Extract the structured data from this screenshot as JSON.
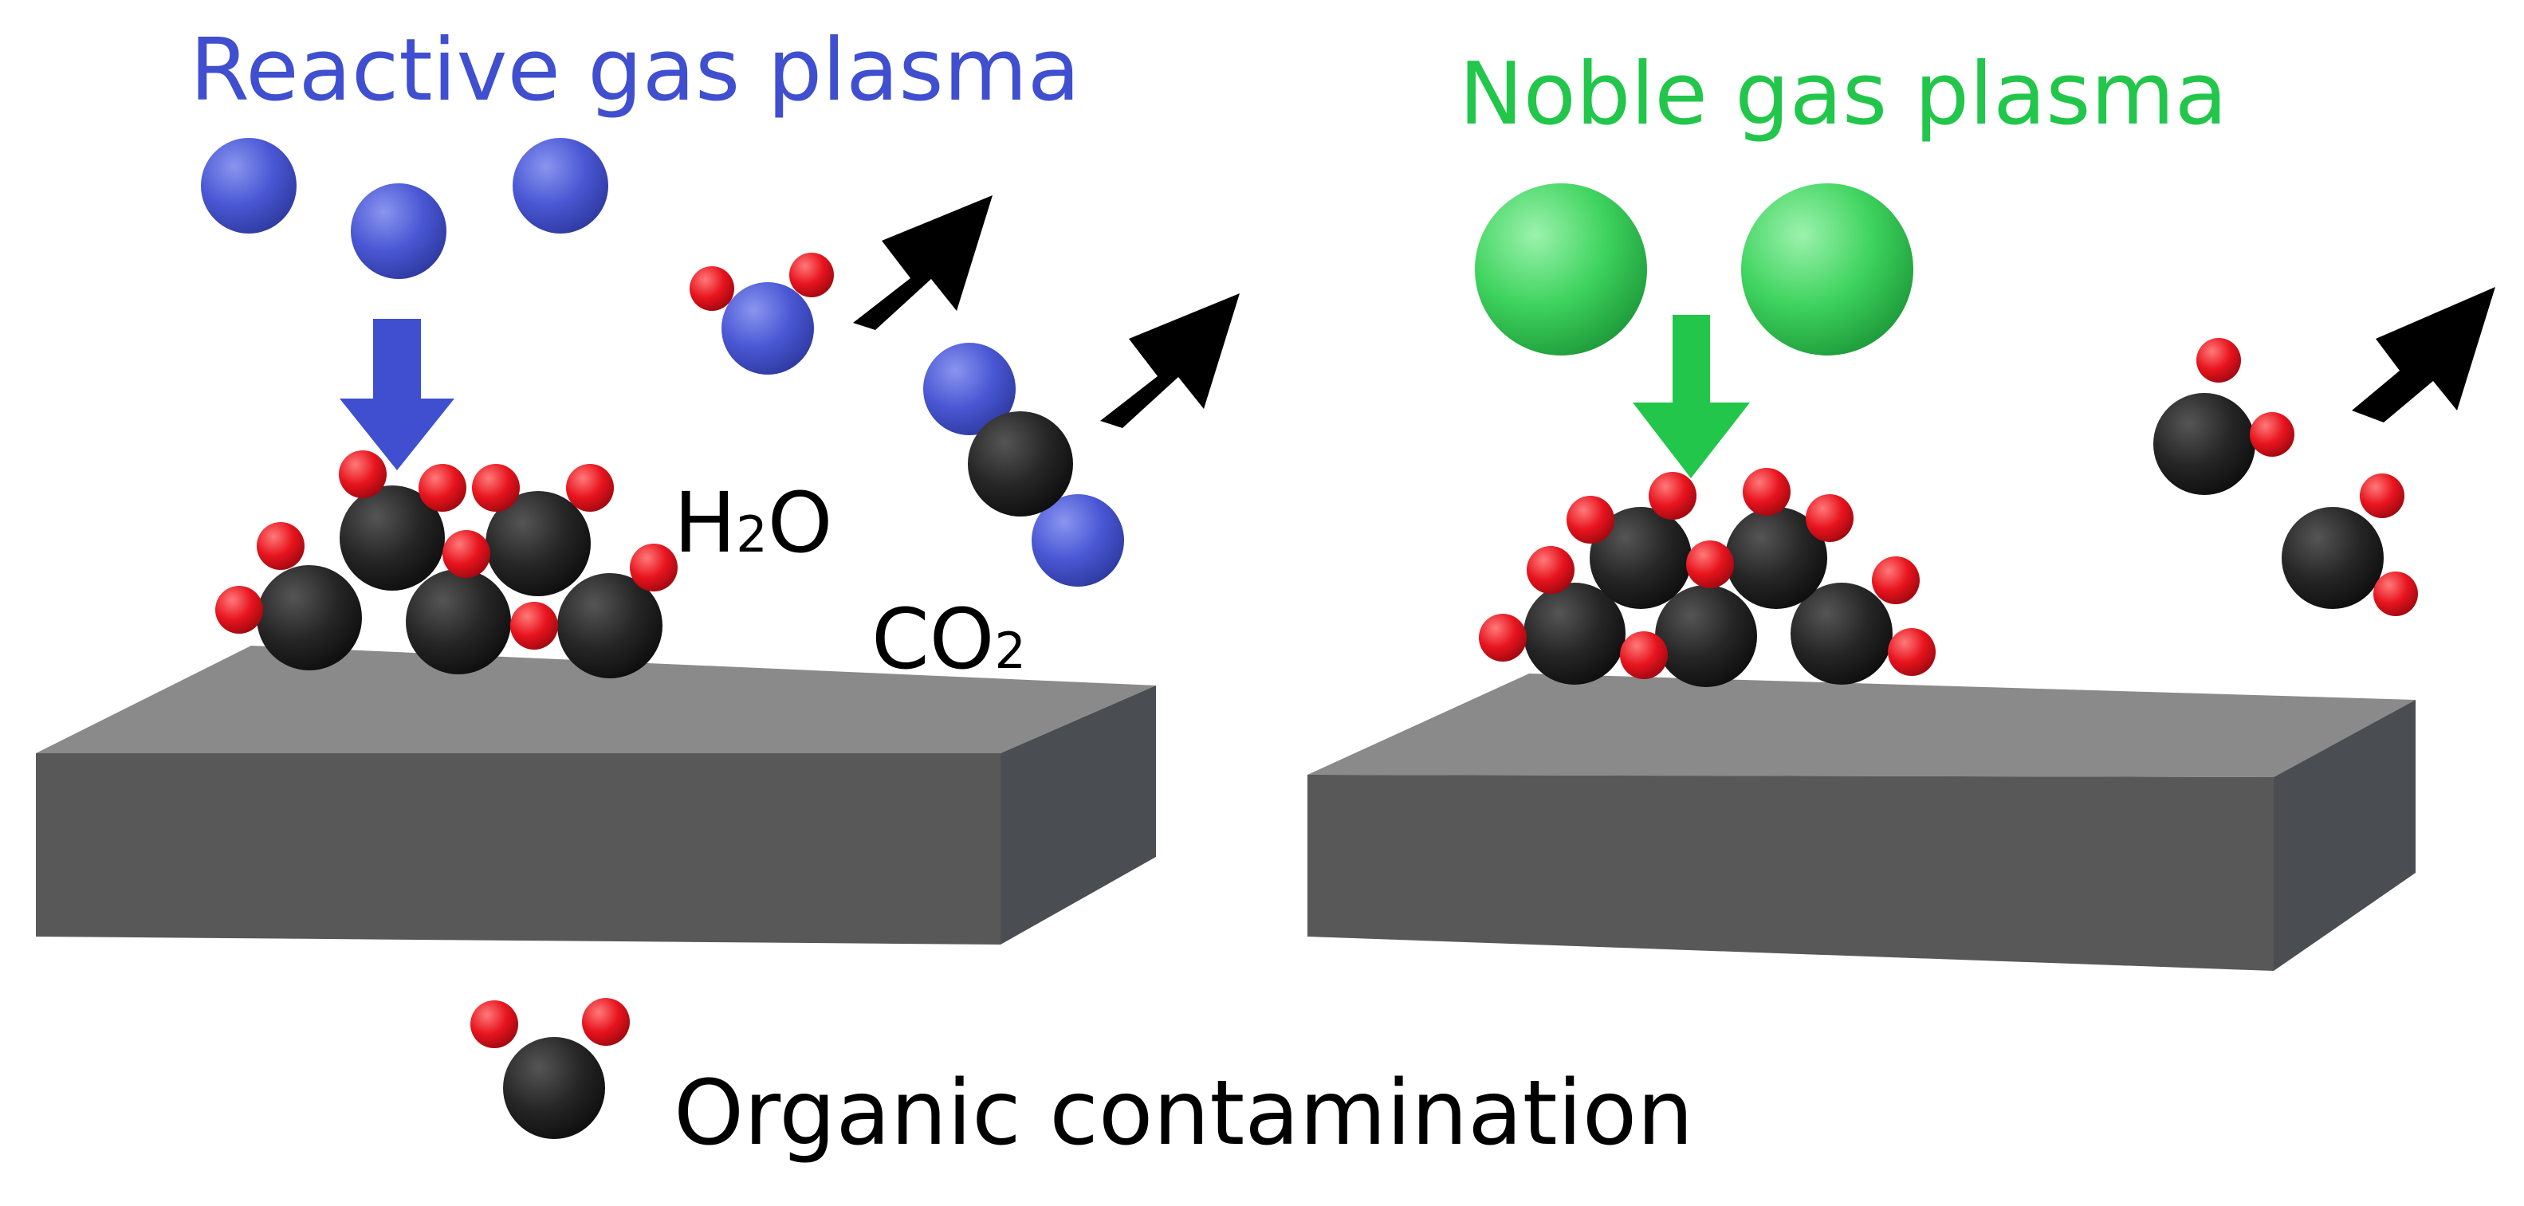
{
  "left_panel": {
    "title": "Reactive gas plasma",
    "title_color": "#3f4fcf",
    "product_labels": {
      "water": {
        "main": "H",
        "sub": "2",
        "tail": "O"
      },
      "co2": {
        "main": "CO",
        "sub": "2"
      }
    }
  },
  "right_panel": {
    "title": "Noble gas plasma",
    "title_color": "#22c64a"
  },
  "legend": {
    "label": "Organic contamination"
  },
  "colors": {
    "reactive_atom": "#4957d4",
    "noble_atom": "#3ed35e",
    "carbon_atom": "#262626",
    "oxygen_atom": "#e8141e",
    "substrate_top": "#8a8a8a",
    "substrate_front": "#585858",
    "substrate_side": "#4a4d52",
    "arrow": "#000000"
  },
  "icons": {
    "reactive_arrow": "down-arrow-icon",
    "noble_arrow": "down-arrow-icon",
    "escape_arrow": "diagonal-up-right-arrow-icon"
  }
}
